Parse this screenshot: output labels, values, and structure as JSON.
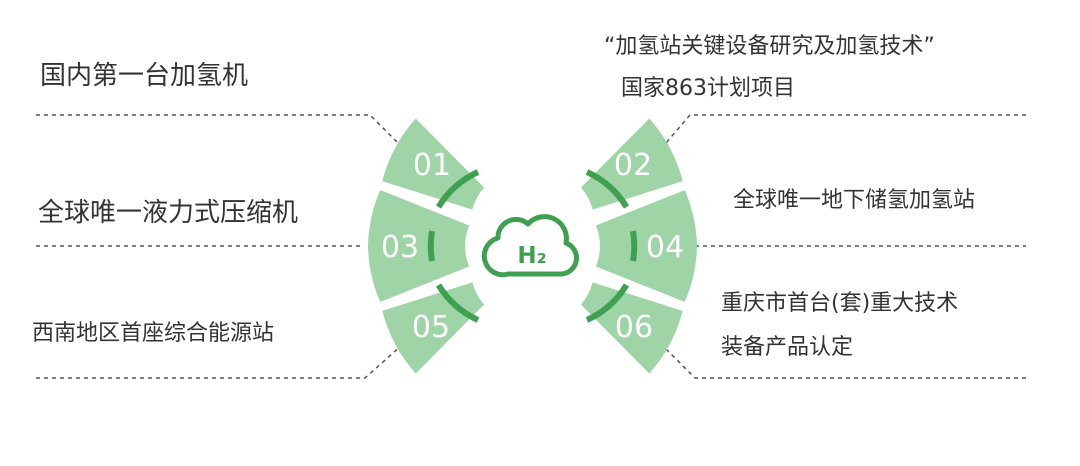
{
  "colors": {
    "segment": "#9fd4a6",
    "accent": "#3fa052",
    "dash": "#555555",
    "text": "#333333",
    "number": "#ffffff"
  },
  "center": {
    "icon": "hydrogen-cloud-icon",
    "label": "H₂"
  },
  "left_items": [
    {
      "id": "01",
      "lines": [
        "国内第一台加氢机"
      ]
    },
    {
      "id": "03",
      "lines": [
        "全球唯一液力式压缩机"
      ]
    },
    {
      "id": "05",
      "lines": [
        "西南地区首座综合能源站"
      ]
    }
  ],
  "right_items": [
    {
      "id": "02",
      "lines": [
        "“加氢站关键设备研究及加氢技术”",
        "国家863计划项目"
      ]
    },
    {
      "id": "04",
      "lines": [
        "全球唯一地下储氢加氢站"
      ]
    },
    {
      "id": "06",
      "lines": [
        "重庆市首台(套)重大技术",
        "装备产品认定"
      ]
    }
  ]
}
